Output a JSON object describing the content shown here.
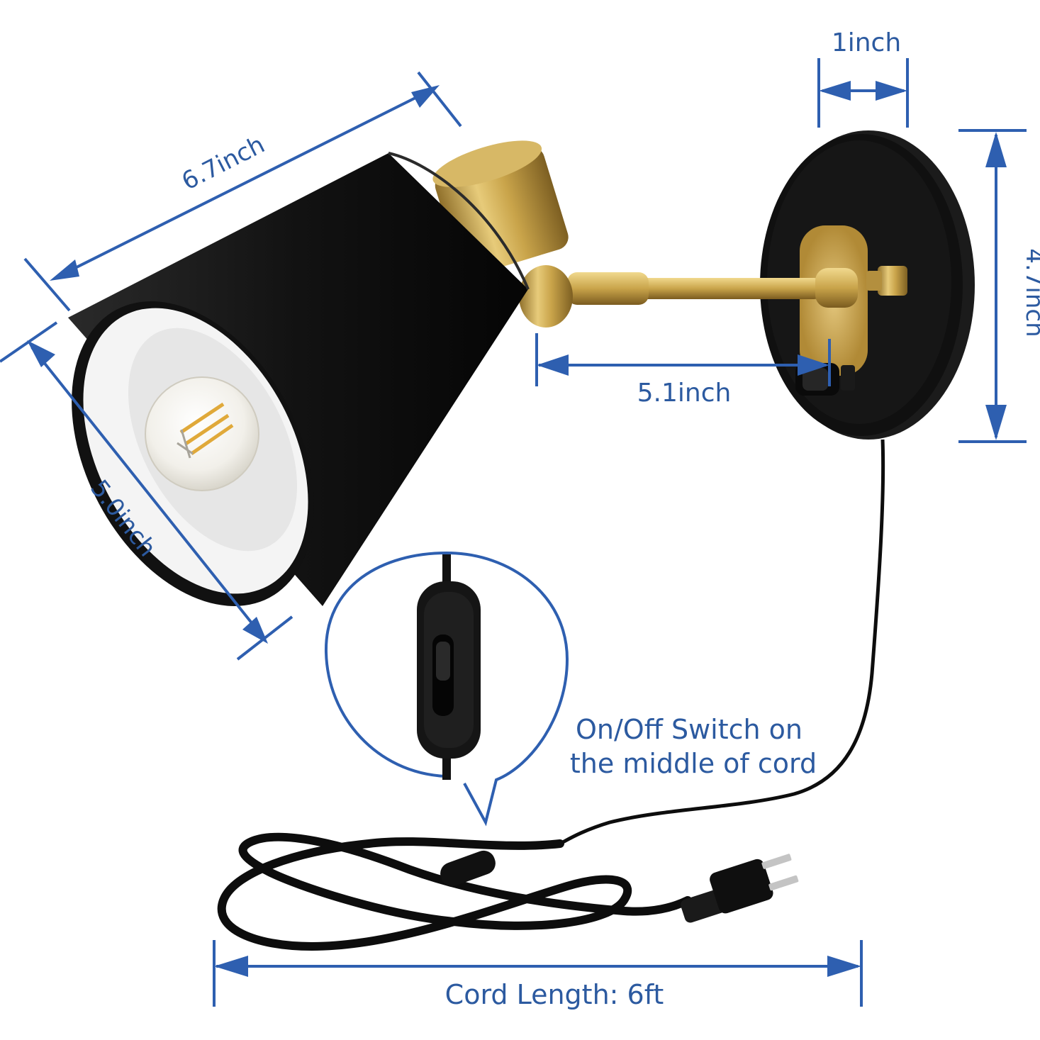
{
  "dimensions": {
    "shade_length": "6.7inch",
    "base_depth": "1inch",
    "base_height": "4.7inch",
    "shade_opening": "5.0inch",
    "arm_length": "5.1inch",
    "cord_length": "Cord Length: 6ft"
  },
  "callout": {
    "line1": "On/Off Switch on",
    "line2": "the middle of cord"
  },
  "colors": {
    "dimension_blue": "#2e5fb0",
    "shade_black": "#141414",
    "brass": "#c9a44a",
    "interior_white": "#f4f4f4"
  },
  "icons": {
    "lamp": "wall-sconce-lamp-icon",
    "switch": "inline-rocker-switch-icon",
    "plug": "two-prong-plug-icon"
  }
}
